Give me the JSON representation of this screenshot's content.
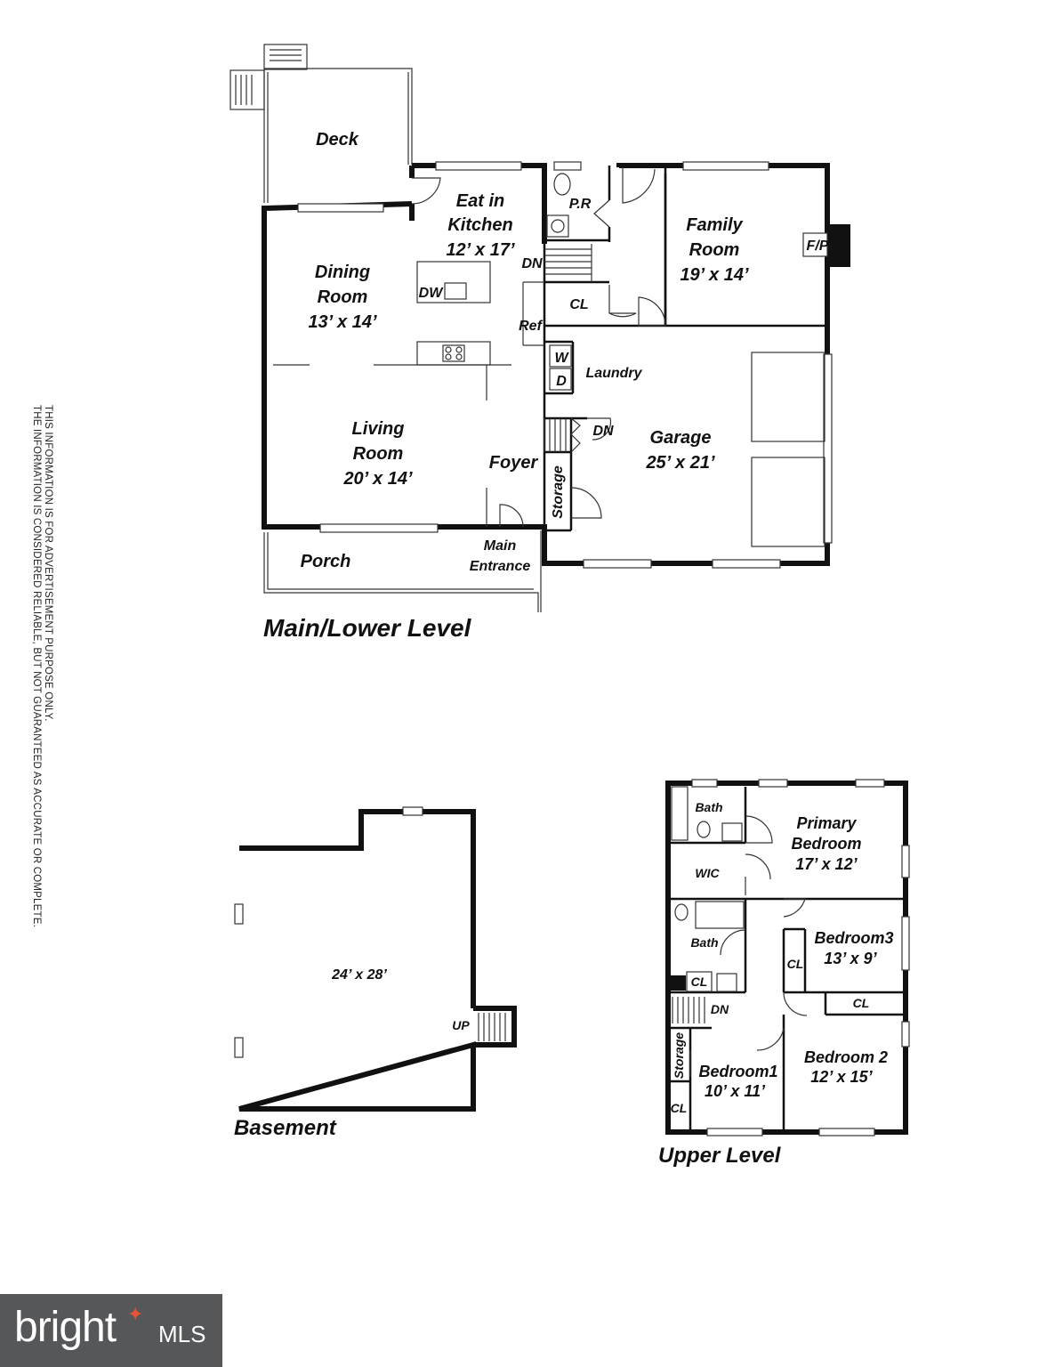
{
  "disclaimer": {
    "line1": "THIS INFORMATION IS FOR ADVERTISEMENT PURPOSE ONLY.",
    "line2": "THE INFORMATION IS CONSIDERED RELIABLE, BUT NOT GUARANTEED AS ACCURATE OR COMPLETE."
  },
  "main_level": {
    "title": "Main/Lower Level",
    "deck": "Deck",
    "eat_in_kitchen": {
      "line1": "Eat in",
      "line2": "Kitchen",
      "size": "12’ x 17’"
    },
    "powder_room": "P.R",
    "family_room": {
      "line1": "Family",
      "line2": "Room",
      "size": "19’ x 14’"
    },
    "fireplace": "F/P",
    "dining_room": {
      "line1": "Dining",
      "line2": "Room",
      "size": "13’ x 14’"
    },
    "dishwasher": "DW",
    "stairs_down_1": "DN",
    "closet": "CL",
    "refrigerator": "Ref",
    "washer": "W",
    "dryer": "D",
    "laundry": "Laundry",
    "living_room": {
      "line1": "Living",
      "line2": "Room",
      "size": "20’ x 14’"
    },
    "stairs_down_2": "DN",
    "garage": {
      "line1": "Garage",
      "size": "25’ x 21’"
    },
    "foyer": "Foyer",
    "storage": "Storage",
    "porch": "Porch",
    "main_entrance": {
      "line1": "Main",
      "line2": "Entrance"
    }
  },
  "basement": {
    "title": "Basement",
    "size": "24’ x 28’",
    "stairs_up": "UP"
  },
  "upper_level": {
    "title": "Upper Level",
    "bath_1": "Bath",
    "primary_bedroom": {
      "line1": "Primary",
      "line2": "Bedroom",
      "size": "17’ x 12’"
    },
    "wic": "WIC",
    "bath_2": "Bath",
    "bedroom3": {
      "label": "Bedroom3",
      "size": "13’ x 9’"
    },
    "closet_b3": "CL",
    "closet_bath": "CL",
    "stairs_down": "DN",
    "closet_b2": "CL",
    "storage": "Storage",
    "bedroom1": {
      "label": "Bedroom1",
      "size": "10’ x 11’"
    },
    "bedroom2": {
      "label": "Bedroom 2",
      "size": "12’ x 15’"
    },
    "closet_b1": "CL"
  },
  "logo": {
    "brand": "bright",
    "suffix": "MLS",
    "colors": {
      "background": "#555759",
      "accent": "#e2553b"
    }
  }
}
